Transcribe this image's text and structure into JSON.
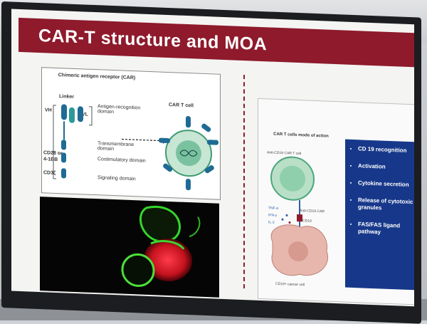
{
  "slide": {
    "title": "CAR-T structure and MOA"
  },
  "car_diagram": {
    "heading": "Chimeric antigen receptor (CAR)",
    "linker": "Linker",
    "vh": "VH",
    "vl": "VL",
    "cd28": "CD28 or",
    "cd28b": "4-1BB",
    "cd3z": "CD3ζ",
    "antigen_label": "Antigen-recognition domain",
    "transmembrane_label": "Transmembrane domain",
    "costim_label": "Costimulatory domain",
    "signaling_label": "Signaling domain",
    "cart_cell_label": "CAR T cell"
  },
  "moa": {
    "heading": "CAR T cells mode of action",
    "cart_label": "Anti-CD19 CAR T cell",
    "car_label": "Anti-CD19 CAR",
    "cd19_label": "CD19",
    "tnf": "TNF-α",
    "ifn": "IFN-γ",
    "il2": "IL-2",
    "cancer_label": "CD19+ cancer cell",
    "bullets": [
      "CD 19 recognition",
      "Activation",
      "Cytokine secretion",
      "Release of cytotoxic granules",
      "FAS/FAS ligand pathway"
    ]
  },
  "colors": {
    "title_band": "#8e1a2c",
    "bullet_box": "#17388a",
    "car_blue": "#1f6b94",
    "cell_green": "#5bb58f"
  }
}
